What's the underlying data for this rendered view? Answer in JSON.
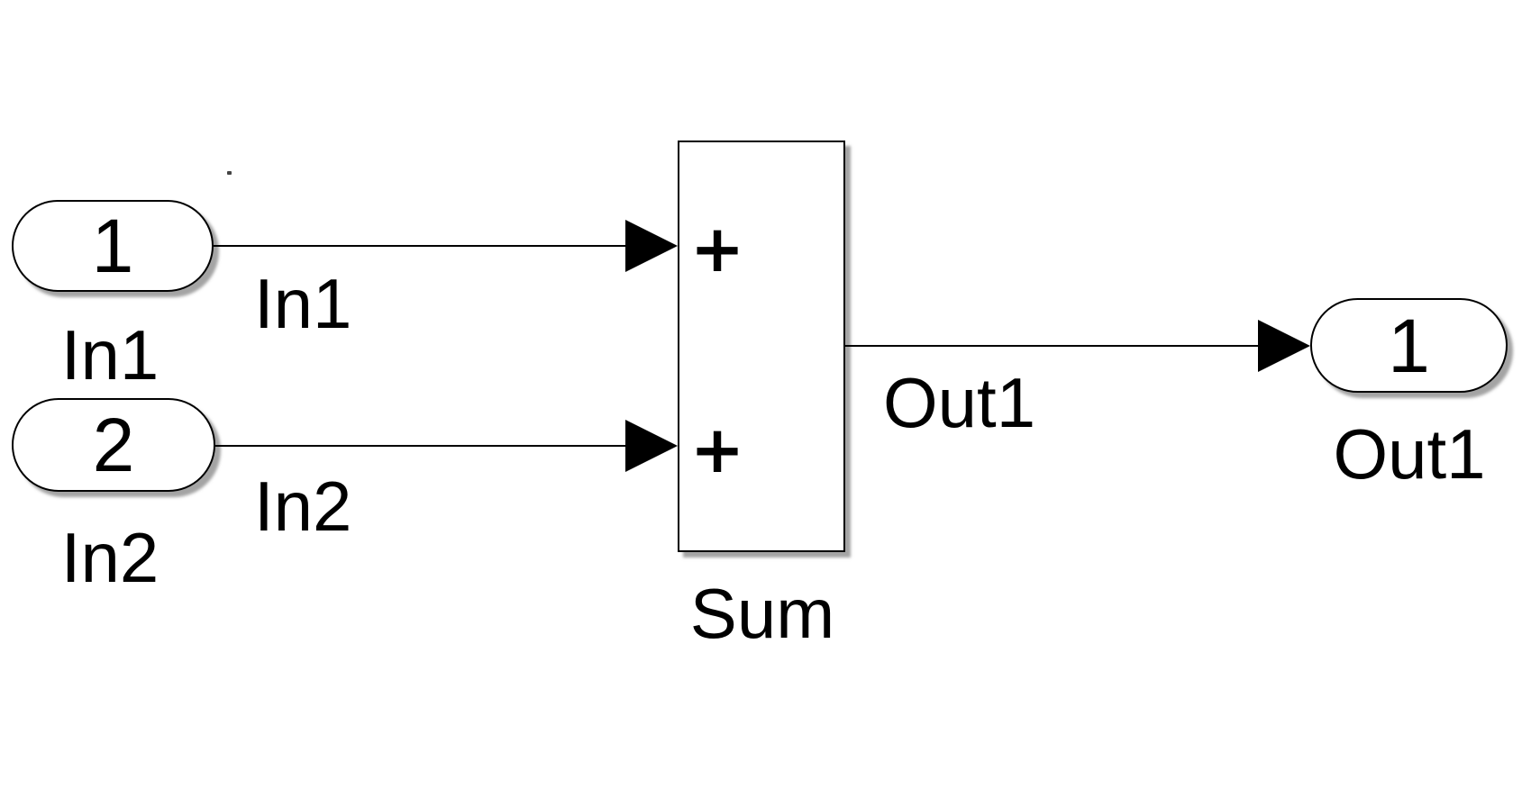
{
  "blocks": {
    "in1": {
      "port_number": "1",
      "name": "In1"
    },
    "in2": {
      "port_number": "2",
      "name": "In2"
    },
    "sum": {
      "name": "Sum",
      "signs": [
        "+",
        "+"
      ]
    },
    "out1": {
      "port_number": "1",
      "name": "Out1"
    }
  },
  "signal_labels": {
    "line_in1": "In1",
    "line_in2": "In2",
    "line_out1": "Out1"
  },
  "colors": {
    "background": "#ffffff",
    "block_fill": "#ffffff",
    "stroke": "#000000",
    "text": "#000000",
    "shadow": "#5a5a5a"
  }
}
